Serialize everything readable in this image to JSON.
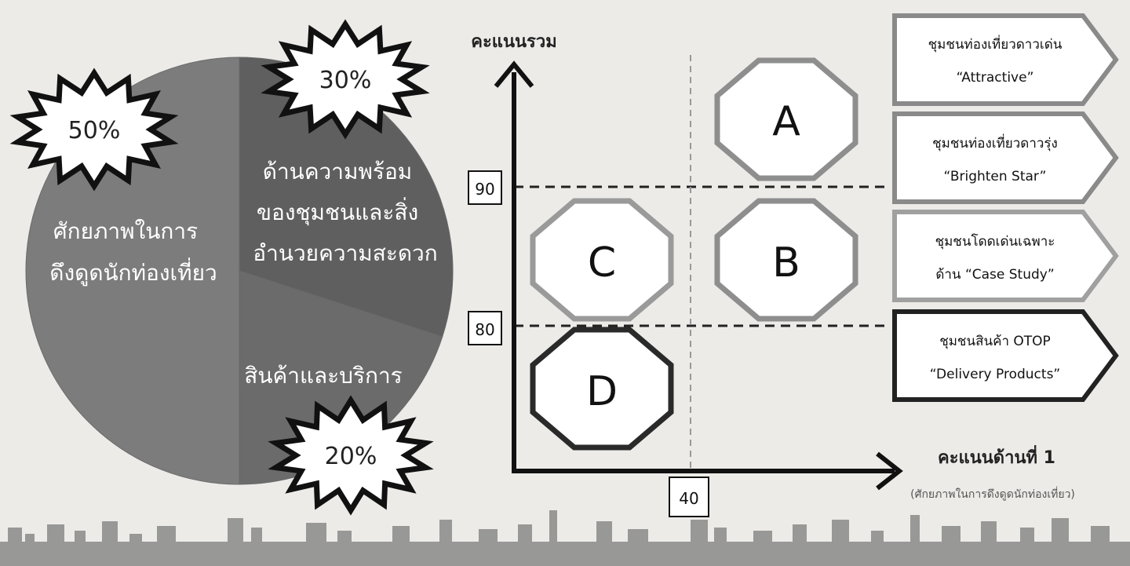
{
  "pie": {
    "slices": [
      {
        "label_line1": "ศักยภาพในการ",
        "label_line2": "ดึงดูดนักท่องเที่ยว",
        "percent": 50,
        "badge": "50%",
        "color": "#7c7c7c"
      },
      {
        "label_line1": "ด้านความพร้อม",
        "label_line2": "ของชุมชนและสิ่ง",
        "label_line3": "อำนวยความสะดวก",
        "percent": 30,
        "badge": "30%",
        "color": "#5f5f5f"
      },
      {
        "label_line1": "สินค้าและบริการ",
        "percent": 20,
        "badge": "20%",
        "color": "#6b6b6b"
      }
    ]
  },
  "matrix": {
    "y_axis_label": "คะแนนรวม",
    "x_axis_label": "คะแนนด้านที่ 1",
    "x_axis_sublabel": "(ศักยภาพในการดึงดูดนักท่องเที่ยว)",
    "y_thresholds": [
      "90",
      "80"
    ],
    "x_threshold": "40",
    "cells": [
      {
        "letter": "A",
        "stroke": "#8e8e8e"
      },
      {
        "letter": "B",
        "stroke": "#8e8e8e"
      },
      {
        "letter": "C",
        "stroke": "#9a9a9a"
      },
      {
        "letter": "D",
        "stroke": "#2a2a2a"
      }
    ]
  },
  "legend": [
    {
      "line1": "ชุมชนท่องเที่ยวดาวเด่น",
      "line2": "“Attractive”",
      "stroke": "#8a8a8a"
    },
    {
      "line1": "ชุมชนท่องเที่ยวดาวรุ่ง",
      "line2": "“Brighten Star”",
      "stroke": "#8a8a8a"
    },
    {
      "line1": "ชุมชนโดดเด่นเฉพาะ",
      "line2": "ด้าน “Case Study”",
      "stroke": "#a0a0a0"
    },
    {
      "line1": "ชุมชนสินค้า OTOP",
      "line2": "“Delivery Products”",
      "stroke": "#222222"
    }
  ]
}
